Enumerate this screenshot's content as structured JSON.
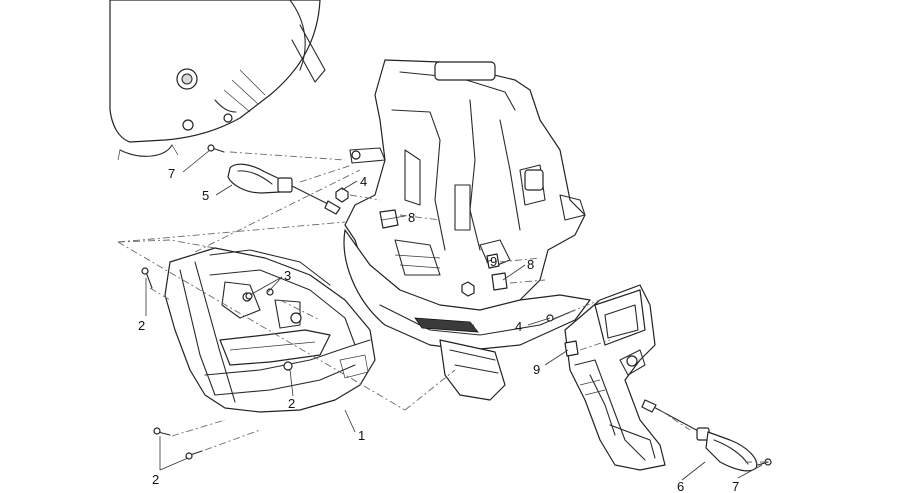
{
  "callouts": [
    {
      "label": "7"
    },
    {
      "label": "5"
    },
    {
      "label": "4"
    },
    {
      "label": "8"
    },
    {
      "label": "3"
    },
    {
      "label": "2"
    },
    {
      "label": "2"
    },
    {
      "label": "9"
    },
    {
      "label": "8"
    },
    {
      "label": "4"
    },
    {
      "label": "9"
    },
    {
      "label": "1"
    },
    {
      "label": "2"
    },
    {
      "label": "6"
    },
    {
      "label": "7"
    }
  ]
}
